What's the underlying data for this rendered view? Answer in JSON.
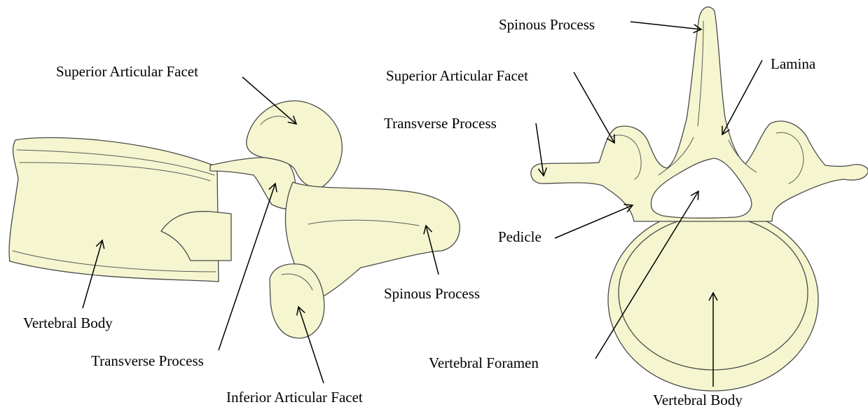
{
  "diagram": {
    "lateral_view": {
      "labels": {
        "superior_articular_facet": "Superior Articular Facet",
        "vertebral_body": "Vertebral Body",
        "transverse_process": "Transverse Process",
        "inferior_articular_facet": "Inferior Articular Facet",
        "spinous_process": "Spinous Process"
      }
    },
    "superior_view": {
      "labels": {
        "spinous_process": "Spinous Process",
        "superior_articular_facet": "Superior Articular Facet",
        "lamina": "Lamina",
        "transverse_process": "Transverse Process",
        "pedicle": "Pedicle",
        "vertebral_foramen": "Vertebral Foramen",
        "vertebral_body": "Vertebral Body"
      }
    },
    "colors": {
      "bone_fill": "#f5f6cf",
      "outline": "#4a4a4a",
      "label_text": "#000000"
    }
  }
}
